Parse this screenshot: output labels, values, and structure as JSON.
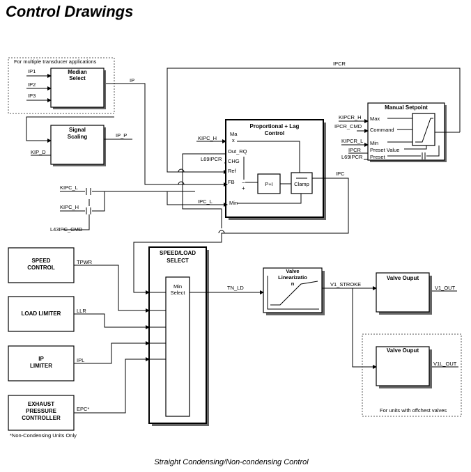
{
  "title": "Control Drawings",
  "caption": "Straight Condensing/Non-condensing Control",
  "multi_transducer_note": "For multiple transducer applications",
  "offchest_note": "For units with offchest valves",
  "non_condensing_note": "*Non-Condensing Units Only",
  "blocks": {
    "median_select": [
      "Median",
      "Select"
    ],
    "signal_scaling": [
      "Signal",
      "Scaling"
    ],
    "prop_lag": [
      "Proportional + Lag",
      "Control"
    ],
    "manual_setpoint": "Manual Setpoint",
    "speed_control": [
      "SPEED",
      "CONTROL"
    ],
    "load_limiter": "LOAD LIMITER",
    "ip_limiter": [
      "IP",
      "LIMITER"
    ],
    "exhaust_pressure": [
      "EXHAUST",
      "PRESSURE",
      "CONTROLLER"
    ],
    "speed_load_select": [
      "SPEED/LOAD",
      "SELECT"
    ],
    "min_select": [
      "Min",
      "Select"
    ],
    "valve_linearization": [
      "Valve",
      "Linearizatio",
      "n"
    ],
    "valve_output_1": "Valve Ouput",
    "valve_output_2": "Valve Ouput",
    "p_plus_i": "P+I",
    "clamp": "Clamp"
  },
  "ports": {
    "prop_lag": {
      "max": "Ma",
      "max2": "x",
      "out_rq": "Out_RQ",
      "chg": "CHG",
      "ref": "Ref",
      "fb": "FB",
      "min": "Min",
      "minus": "−",
      "plus": "+"
    },
    "manual_setpoint": {
      "max": "Max",
      "command": "Command",
      "min": "Min",
      "preset_value": "Preset Value",
      "preset": "Preset"
    }
  },
  "signals": {
    "ip1": "IP1",
    "ip2": "IP2",
    "ip3": "IP3",
    "ip": "IP",
    "ip_p": "IP_P",
    "kip_d": "KIP_D",
    "kipc_h_top": "KIPC_H",
    "l69ipcr_left": "L69IPCR",
    "kipc_l_left": "KIPC_L",
    "kipc_h_left": "KIPC_H",
    "l43ipc_cmd": "L43IPC_CMD",
    "ipc_l": "IPC_L",
    "ipc": "IPC",
    "ipcr_top": "IPCR",
    "kipcr_h": "KIPCR_H",
    "ipcr_cmd": "IPCR_CMD",
    "kipcr_l": "KIPCR_L",
    "ipcr_right": "IPCR",
    "l69ipcr_right": "L69IPCR",
    "tpwr": "TPWR",
    "llr": "LLR",
    "ipl": "IPL",
    "epc": "EPC*",
    "tn_ld": "TN_LD",
    "v1_stroke": "V1_STROKE",
    "v1_out": "V1_OUT",
    "v1l_out": "V1L_OUT"
  }
}
